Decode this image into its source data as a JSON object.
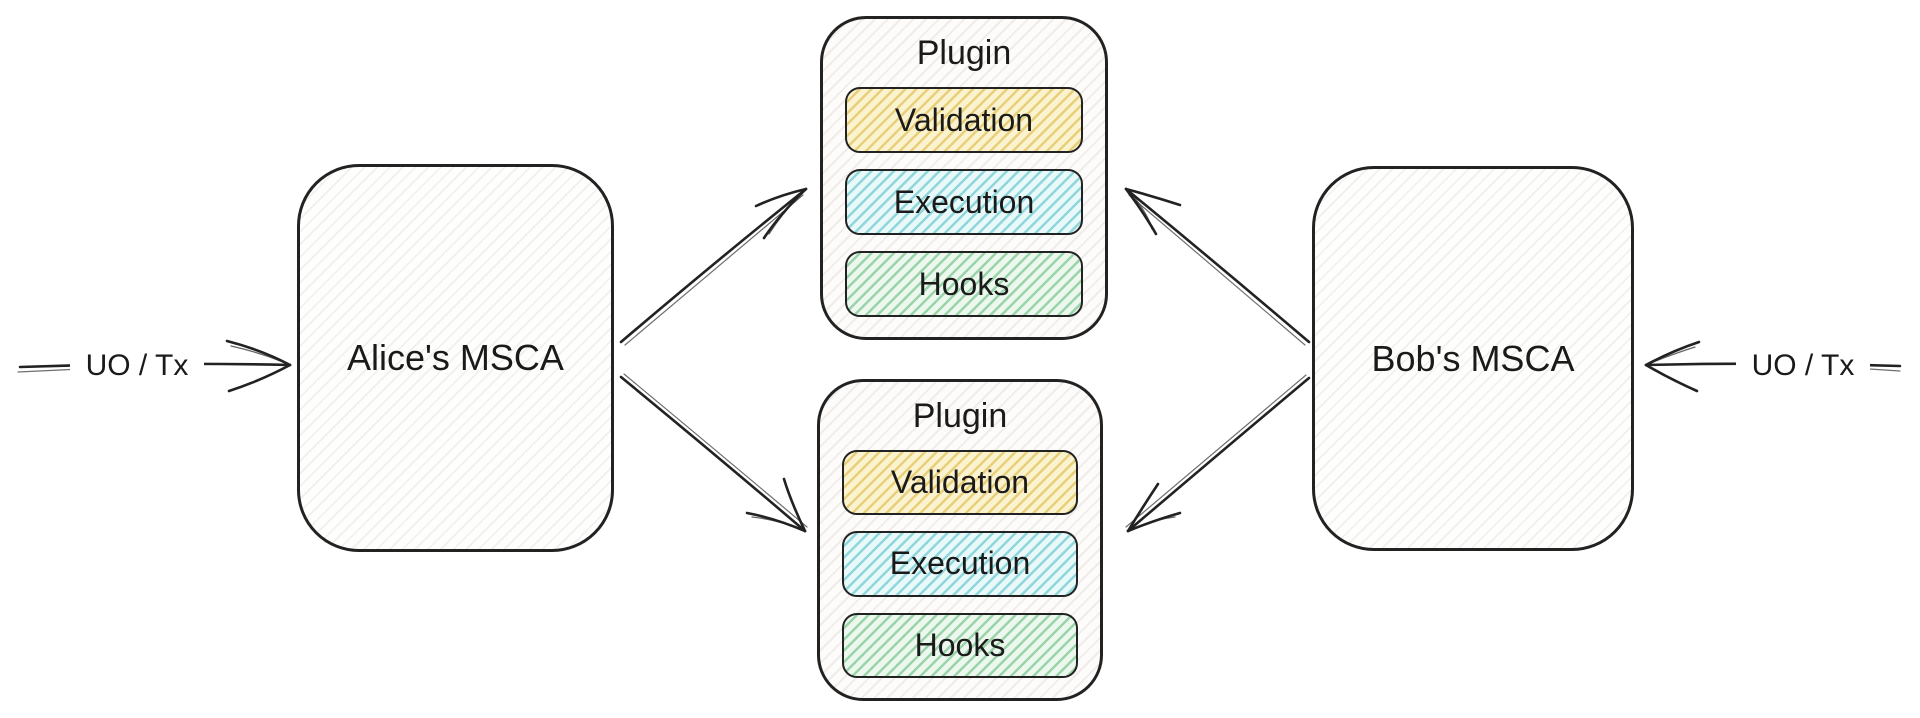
{
  "nodes": {
    "alice": {
      "label": "Alice's MSCA"
    },
    "bob": {
      "label": "Bob's MSCA"
    },
    "input_left": {
      "label": "UO / Tx"
    },
    "input_right": {
      "label": "UO / Tx"
    }
  },
  "plugins": [
    {
      "title": "Plugin",
      "components": [
        {
          "label": "Validation"
        },
        {
          "label": "Execution"
        },
        {
          "label": "Hooks"
        }
      ]
    },
    {
      "title": "Plugin",
      "components": [
        {
          "label": "Validation"
        },
        {
          "label": "Execution"
        },
        {
          "label": "Hooks"
        }
      ]
    }
  ],
  "colors": {
    "stroke": "#222222",
    "validation_bg": "#fbf2d0",
    "validation_stripe": "#e8cf7a",
    "execution_bg": "#e9f8f8",
    "execution_stripe": "#8fd7db",
    "hooks_bg": "#ecf7ee",
    "hooks_stripe": "#9bd4ab"
  }
}
